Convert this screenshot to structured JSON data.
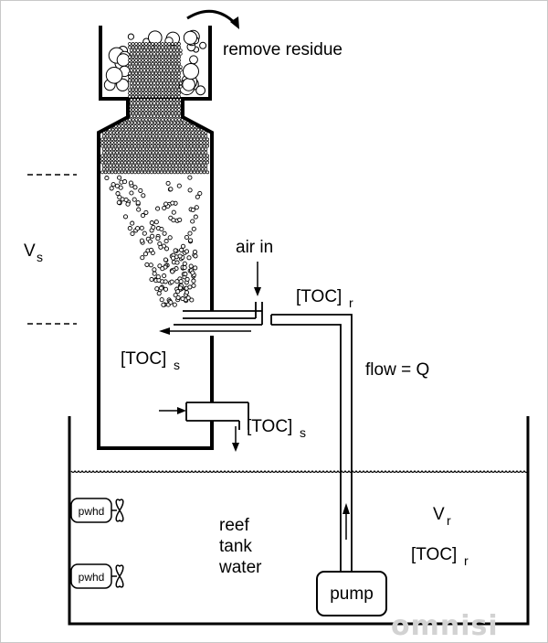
{
  "labels": {
    "remove_residue": "remove residue",
    "vs_main": "V",
    "vs_sub": "s",
    "air_in": "air in",
    "toc_r_main": "[TOC]",
    "toc_r_sub": "r",
    "flow": "flow = Q",
    "toc_s_main": "[TOC]",
    "toc_s_sub": "s",
    "toc_s2_main": "[TOC]",
    "toc_s2_sub": "s",
    "reef_line1": "reef",
    "reef_line2": "tank",
    "reef_line3": "water",
    "vr_main": "V",
    "vr_sub": "r",
    "toc_r2_main": "[TOC]",
    "toc_r2_sub": "r",
    "pump": "pump",
    "pwhd_1": "pwhd",
    "pwhd_2": "pwhd"
  },
  "watermark": "omnisi",
  "colors": {
    "line": "#000000",
    "background": "#ffffff",
    "watermark": "#d2d2d2"
  }
}
